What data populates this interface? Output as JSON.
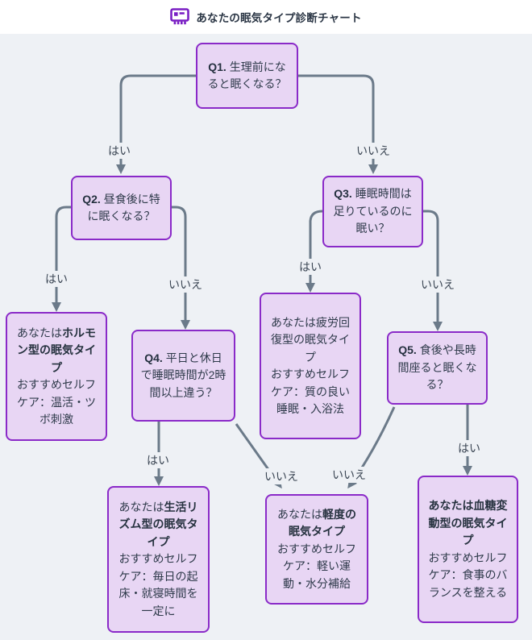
{
  "title": {
    "icon": "presentation-board-icon",
    "text": "あなたの眠気タイプ診断チャート"
  },
  "nodes": {
    "q1": {
      "prefix": "Q1.",
      "text": "生理前になると眠くなる？"
    },
    "q2": {
      "prefix": "Q2.",
      "text": "昼食後に特に眠くなる？"
    },
    "q3": {
      "prefix": "Q3.",
      "text": "睡眠時間は足りているのに眠い？"
    },
    "q4": {
      "prefix": "Q4.",
      "text": "平日と休日で睡眠時間が2時間以上違う？"
    },
    "q5": {
      "prefix": "Q5.",
      "text": "食後や長時間座ると眠くなる？"
    },
    "hormone": {
      "pre": "あなたは",
      "bold": "ホルモン型の眠気タイプ",
      "care": "おすすめセルフケア：温活・ツボ刺激"
    },
    "fatigue": {
      "pre": "あなたは疲労回復型の眠気タイプ",
      "bold": "",
      "care": "おすすめセルフケア：質の良い睡眠・入浴法"
    },
    "rhythm": {
      "pre": "あなたは",
      "bold": "生活リズム型の眠気タイプ",
      "care": "おすすめセルフケア：毎日の起床・就寝時間を一定に"
    },
    "mild": {
      "pre": "あなたは",
      "bold": "軽度の眠気タイプ",
      "care": "おすすめセルフケア：軽い運動・水分補給"
    },
    "bloodsugar": {
      "pre": "",
      "bold": "あなたは血糖変動型の眠気タイプ",
      "care": "おすすめセルフケア：食事のバランスを整える"
    }
  },
  "edges": {
    "q1_yes": "はい",
    "q1_no": "いいえ",
    "q2_yes": "はい",
    "q2_no": "いいえ",
    "q3_yes": "はい",
    "q3_no": "いいえ",
    "q4_yes": "はい",
    "q4_no": "いいえ",
    "q5_no": "いいえ",
    "q5_yes": "はい"
  },
  "colors": {
    "node_fill": "#e8d6f4",
    "node_border": "#8a2ac8",
    "arrow": "#6b7a89",
    "canvas_background": "#eef1f5",
    "icon_purple": "#7a1fc4",
    "text": "#2e3a4a"
  }
}
